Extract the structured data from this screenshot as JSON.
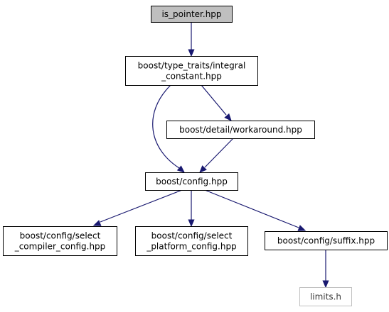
{
  "colors": {
    "edge": "#191970",
    "root_fill": "#bfbfbf",
    "node_fill": "#ffffff",
    "node_border": "#000000",
    "external_border": "#bfbfbf",
    "external_text": "#3c3c3c"
  },
  "nodes": [
    {
      "id": "is_pointer",
      "lines": [
        "is_pointer.hpp"
      ],
      "style": "root"
    },
    {
      "id": "integral_constant",
      "lines": [
        "boost/type_traits/integral",
        "_constant.hpp"
      ],
      "style": "normal"
    },
    {
      "id": "workaround",
      "lines": [
        "boost/detail/workaround.hpp"
      ],
      "style": "normal"
    },
    {
      "id": "config",
      "lines": [
        "boost/config.hpp"
      ],
      "style": "normal"
    },
    {
      "id": "select_compiler",
      "lines": [
        "boost/config/select",
        "_compiler_config.hpp"
      ],
      "style": "normal"
    },
    {
      "id": "select_platform",
      "lines": [
        "boost/config/select",
        "_platform_config.hpp"
      ],
      "style": "normal"
    },
    {
      "id": "suffix",
      "lines": [
        "boost/config/suffix.hpp"
      ],
      "style": "normal"
    },
    {
      "id": "limits",
      "lines": [
        "limits.h"
      ],
      "style": "external"
    }
  ],
  "edges": [
    {
      "from": "is_pointer",
      "to": "integral_constant"
    },
    {
      "from": "integral_constant",
      "to": "workaround"
    },
    {
      "from": "integral_constant",
      "to": "config"
    },
    {
      "from": "workaround",
      "to": "config"
    },
    {
      "from": "config",
      "to": "select_compiler"
    },
    {
      "from": "config",
      "to": "select_platform"
    },
    {
      "from": "config",
      "to": "suffix"
    },
    {
      "from": "suffix",
      "to": "limits"
    }
  ]
}
